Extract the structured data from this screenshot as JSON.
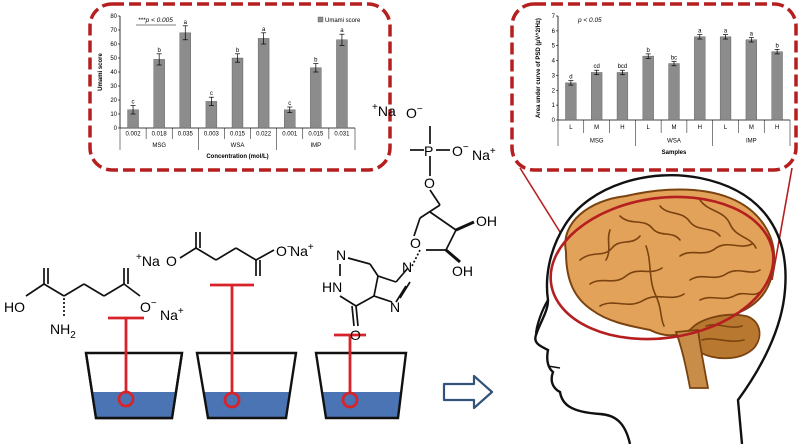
{
  "colors": {
    "frame": "#b51f1f",
    "bar": "#8c8c8c",
    "water": "#4a74b4",
    "probe": "#d9232a",
    "brain": "#e3a25a",
    "brain_outline": "#7a4310",
    "arrow": "#34537a"
  },
  "chem": {
    "msg": {
      "ho": "HO",
      "nh2": "NH",
      "nh2_sub": "2",
      "o_minus": "O",
      "minus": "−",
      "na": "Na",
      "plus": "+"
    },
    "wsa": {
      "na_left": "Na",
      "o_left": "O",
      "o_right": "O",
      "na_right": "Na",
      "plus": "+",
      "minus": "−"
    },
    "imp": {
      "na_top": "Na",
      "o_top": "O",
      "p": "P",
      "o_right": "O",
      "na_right": "Na",
      "oh1": "OH",
      "oh2": "OH",
      "o_ring": "O",
      "o_carbonyl": "O",
      "n": "N",
      "hn": "HN",
      "plus": "+",
      "minus": "−"
    }
  },
  "chart_data": [
    {
      "type": "bar",
      "title": "",
      "legend": "Umami score",
      "legend_position": "top-right",
      "annotation": "***p < 0.005",
      "ylabel": "Umami score",
      "xlabel": "Concentration  (mol/L)",
      "ylim": [
        0,
        80
      ],
      "yticks": [
        0,
        10,
        20,
        30,
        40,
        50,
        60,
        70,
        80
      ],
      "groups": [
        "MSG",
        "WSA",
        "IMP"
      ],
      "categories": [
        "0.002",
        "0.018",
        "0.035",
        "0.003",
        "0.015",
        "0.022",
        "0.001",
        "0.015",
        "0.031"
      ],
      "values": [
        13,
        49,
        68,
        19,
        50,
        64,
        13,
        43,
        63
      ],
      "errors": [
        3,
        4,
        5,
        3,
        3,
        4,
        2,
        3,
        4
      ],
      "letters": [
        "c",
        "b",
        "a",
        "c",
        "b",
        "a",
        "c",
        "b",
        "a"
      ],
      "grid": false
    },
    {
      "type": "bar",
      "title": "",
      "annotation": "p < 0.05",
      "ylabel": "Area under curve of PSD (μV^2/Hz)",
      "xlabel": "Samples",
      "ylim": [
        0,
        7
      ],
      "yticks": [
        0,
        1,
        2,
        3,
        4,
        5,
        6,
        7
      ],
      "groups": [
        "MSG",
        "WSA",
        "IMP"
      ],
      "categories": [
        "L",
        "M",
        "H",
        "L",
        "M",
        "H",
        "L",
        "M",
        "H"
      ],
      "values": [
        2.5,
        3.2,
        3.2,
        4.3,
        3.8,
        5.6,
        5.6,
        5.4,
        4.6
      ],
      "errors": [
        0.15,
        0.15,
        0.15,
        0.15,
        0.15,
        0.15,
        0.15,
        0.15,
        0.15
      ],
      "letters": [
        "d",
        "cd",
        "bcd",
        "b",
        "bc",
        "a",
        "a",
        "a",
        "b"
      ],
      "grid": false
    }
  ]
}
